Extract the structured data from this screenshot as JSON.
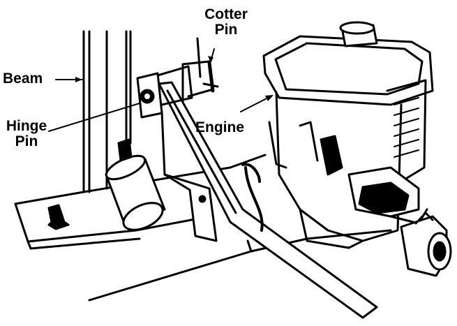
{
  "labels": {
    "beam": "Beam",
    "hinge_pin": [
      "Hinge",
      "Pin"
    ],
    "cotter_pin": [
      "Cotter",
      "Pin"
    ],
    "engine": "Engine"
  },
  "colors": {
    "ink": "#000000",
    "paper": "#ffffff"
  }
}
